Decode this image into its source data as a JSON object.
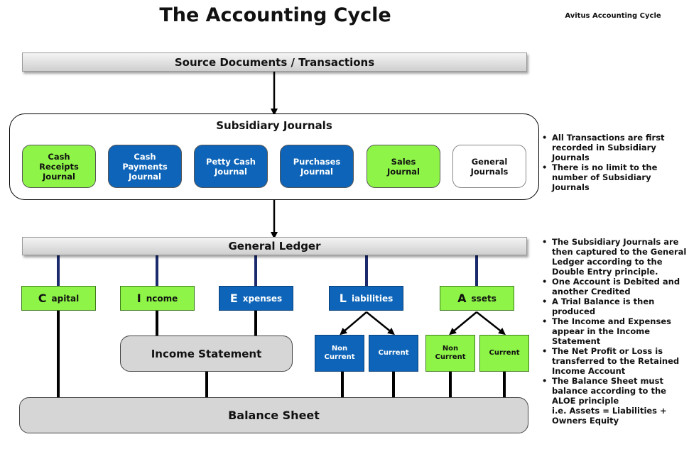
{
  "title": "The Accounting Cycle",
  "brand": "Avitus Accounting Cycle",
  "source": "Source Documents / Transactions",
  "subsidiary": {
    "title": "Subsidiary Journals",
    "journals": [
      {
        "label": "Cash Receipts Journal",
        "style": "green"
      },
      {
        "label": "Cash Payments Journal",
        "style": "blue"
      },
      {
        "label": "Petty Cash Journal",
        "style": "blue"
      },
      {
        "label": "Purchases Journal",
        "style": "blue"
      },
      {
        "label": "Sales Journal",
        "style": "green"
      },
      {
        "label": "General Journals",
        "style": "white"
      }
    ]
  },
  "ledger": "General Ledger",
  "categories": [
    {
      "letter": "C",
      "rest": "apital"
    },
    {
      "letter": "I",
      "rest": "ncome"
    },
    {
      "letter": "E",
      "rest": "xpenses"
    },
    {
      "letter": "L",
      "rest": "iabilities"
    },
    {
      "letter": "A",
      "rest": "ssets"
    }
  ],
  "sub_categories": {
    "liabilities": [
      "Non Current",
      "Current"
    ],
    "assets": [
      "Non Current",
      "Current"
    ]
  },
  "income_statement": "Income Statement",
  "balance_sheet": "Balance Sheet",
  "notes_top": [
    "All Transactions are first recorded in Subsidiary Journals",
    "There is no limit to the number of Subsidiary Journals"
  ],
  "notes_bottom": [
    "The Subsidiary Journals are then captured to the General Ledger according to the Double Entry principle.",
    "One Account is Debited and another Credited",
    "A Trial Balance is then produced",
    "The Income and Expenses appear in the Income Statement",
    "The Net Profit or Loss is transferred to the Retained Income Account",
    "The Balance Sheet must balance according to the ALOE principle"
  ],
  "notes_bottom_extra": "i.e. Assets =  Liabilities + Owners Equity",
  "colors": {
    "green": "#8ef548",
    "blue": "#0d64b8",
    "gray": "#d6d6d6",
    "connector_blue": "#1a2a6c"
  }
}
